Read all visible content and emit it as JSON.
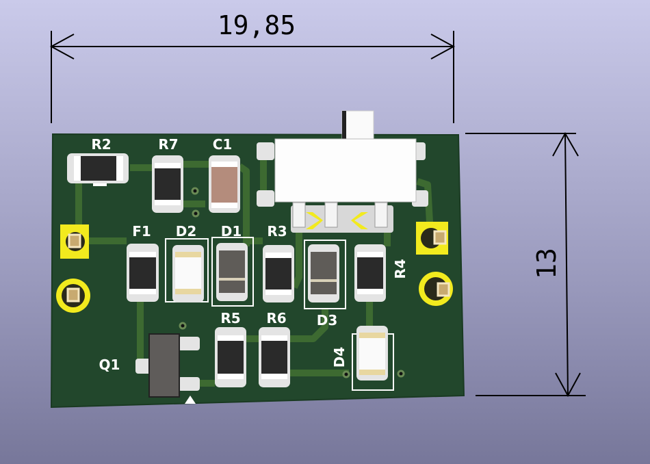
{
  "dimensions": {
    "width": "19,85",
    "height": "13"
  },
  "colors": {
    "board": "#22472c",
    "trace": "#3d6a31",
    "pad_yellow": "#f2ea1e",
    "silk": "#ffffff"
  },
  "components": {
    "R2": "R2",
    "R7": "R7",
    "C1": "C1",
    "F1": "F1",
    "D2": "D2",
    "D1": "D1",
    "R3": "R3",
    "D3": "D3",
    "R4": "R4",
    "Q1": "Q1",
    "R5": "R5",
    "R6": "R6",
    "D4": "D4"
  }
}
